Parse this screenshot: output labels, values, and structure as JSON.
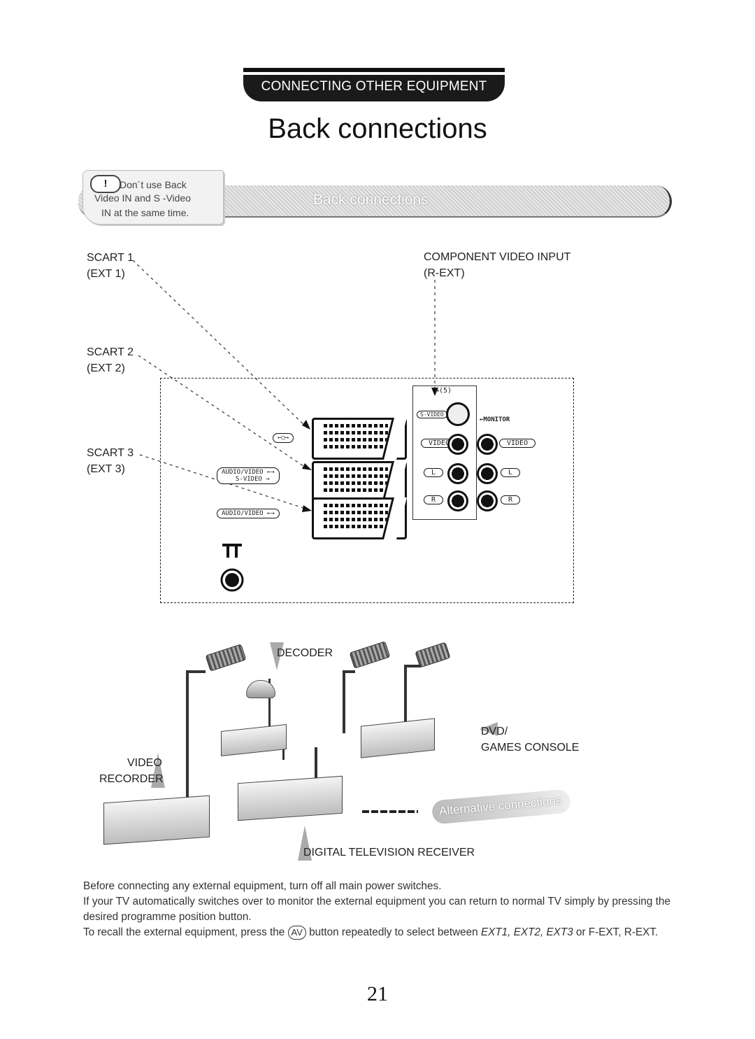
{
  "header": {
    "section_tab": "CONNECTING OTHER EQUIPMENT",
    "title": "Back connections"
  },
  "banner": {
    "label": "Back connections",
    "warning_mark": "!",
    "note_line1": "Don´t  use  Back",
    "note_line2": "Video  IN  and  S -Video",
    "note_line3": "IN at the same time."
  },
  "panel": {
    "scart1_label": "SCART 1",
    "ext1_label": "(EXT 1)",
    "scart2_label": "SCART 2",
    "ext2_label": "(EXT 2)",
    "scart3_label": "SCART 3",
    "ext3_label": "(EXT 3)",
    "component_label": "COMPONENT VIDEO INPUT",
    "rext_label": "(R-EXT)",
    "tag_ext1": "←◯→",
    "tag_ext2_top": "AUDIO/VIDEO ←→",
    "tag_ext2_bottom": "S-VIDEO →",
    "tag_ext3": "AUDIO/VIDEO ←→",
    "svideo_tag": "S-VIDEO",
    "port5_tag": "→(5)",
    "monitor_tag": "←MONITOR",
    "video_in_tag": "VIDEO",
    "video_out_tag": "VIDEO",
    "l_in_tag": "L",
    "l_out_tag": "L",
    "r_in_tag": "R",
    "r_out_tag": "R"
  },
  "equipment": {
    "decoder": "DECODER",
    "dvd_line1": "DVD/",
    "dvd_line2": "GAMES CONSOLE",
    "video_line1": "VIDEO",
    "video_line2": "RECORDER",
    "dtv": "DIGITAL TELEVISION RECEIVER",
    "alt_connections": "Alternative connections"
  },
  "body": {
    "p1": "Before connecting any external equipment, turn off all main power switches.",
    "p2": "If your TV automatically switches over to monitor the external equipment you can return to normal TV simply by pressing the desired programme position button.",
    "p3_a": "To recall the external equipment,  press the",
    "p3_btn": "AV",
    "p3_b": "button repeatedly to select between",
    "p3_e1": "EXT1,",
    "p3_e2": "EXT2,",
    "p3_e3": "EXT3",
    "p3_or": "or",
    "p3_c": "F-EXT, R-EXT."
  },
  "page_number": "21"
}
